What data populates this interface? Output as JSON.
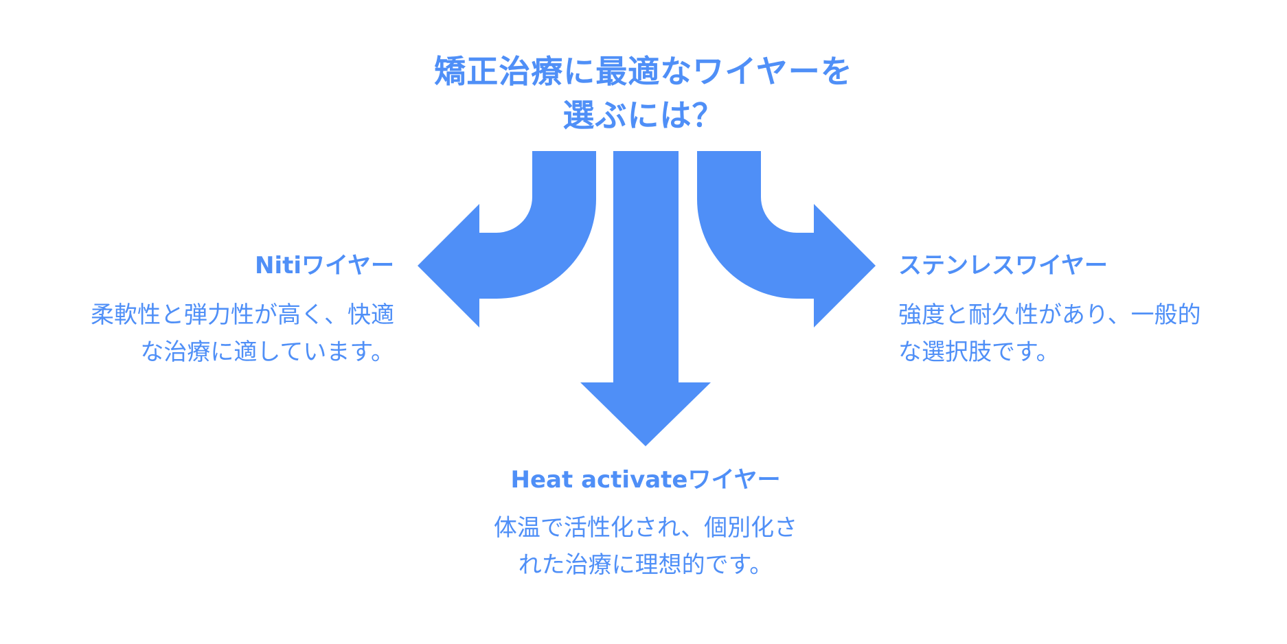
{
  "title": {
    "line1": "矯正治療に最適なワイヤーを",
    "line2": "選ぶには？"
  },
  "accent_color": "#4f8ff7",
  "options": {
    "left": {
      "title": "Nitiワイヤー",
      "desc_line1": "柔軟性と弾力性が高く、快適",
      "desc_line2": "な治療に適しています。"
    },
    "center": {
      "title": "Heat activateワイヤー",
      "desc_line1": "体温で活性化され、個別化さ",
      "desc_line2": "れた治療に理想的です。"
    },
    "right": {
      "title": "ステンレスワイヤー",
      "desc_line1": "強度と耐久性があり、一般的",
      "desc_line2": "な選択肢です。"
    }
  }
}
